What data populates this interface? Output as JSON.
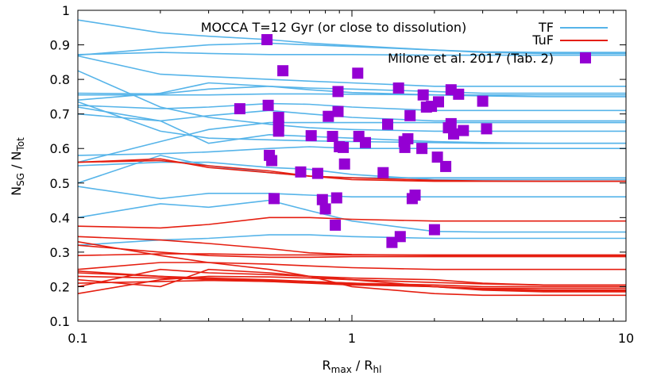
{
  "chart_data": {
    "type": "line",
    "title": "MOCCA T=12 Gyr (or close to dissolution)",
    "xlabel": {
      "base": "R",
      "sub": "max",
      "sep": " / ",
      "base2": "R",
      "sub2": "hl"
    },
    "ylabel": {
      "base": "N",
      "sub": "SG",
      "sep": " / ",
      "base2": "N",
      "sub2": "Tot"
    },
    "xscale": "log",
    "xlim": [
      0.1,
      10
    ],
    "ylim": [
      0.1,
      1
    ],
    "xticks": [
      {
        "v": 0.1,
        "label": "0.1"
      },
      {
        "v": 1,
        "label": "1"
      },
      {
        "v": 10,
        "label": "10"
      }
    ],
    "yticks": [
      {
        "v": 0.1,
        "label": "0.1"
      },
      {
        "v": 0.2,
        "label": "0.2"
      },
      {
        "v": 0.3,
        "label": "0.3"
      },
      {
        "v": 0.4,
        "label": "0.4"
      },
      {
        "v": 0.5,
        "label": "0.5"
      },
      {
        "v": 0.6,
        "label": "0.6"
      },
      {
        "v": 0.7,
        "label": "0.7"
      },
      {
        "v": 0.8,
        "label": "0.8"
      },
      {
        "v": 0.9,
        "label": "0.9"
      },
      {
        "v": 1,
        "label": "1"
      }
    ],
    "legend_position": "top-right",
    "groups": [
      {
        "name": "TF",
        "color": "#56b4e9",
        "kind": "line"
      },
      {
        "name": "TuF",
        "color": "#e51e10",
        "kind": "line"
      },
      {
        "name": "Milone et al. 2017 (Tab. 2)",
        "color": "#9400d3",
        "kind": "marker"
      }
    ],
    "x": [
      0.1,
      0.2,
      0.3,
      0.5,
      0.7,
      1,
      2,
      3,
      5,
      10
    ],
    "series": [
      {
        "group": "TF",
        "values": [
          0.972,
          0.935,
          0.925,
          0.915,
          0.905,
          0.898,
          0.885,
          0.88,
          0.878,
          0.878
        ]
      },
      {
        "group": "TF",
        "values": [
          0.87,
          0.89,
          0.9,
          0.905,
          0.9,
          0.895,
          0.885,
          0.878,
          0.875,
          0.875
        ]
      },
      {
        "group": "TF",
        "values": [
          0.872,
          0.878,
          0.875,
          0.872,
          0.872,
          0.872,
          0.87,
          0.87,
          0.87,
          0.87
        ]
      },
      {
        "group": "TF",
        "values": [
          0.868,
          0.815,
          0.808,
          0.8,
          0.795,
          0.79,
          0.78,
          0.78,
          0.78,
          0.78
        ]
      },
      {
        "group": "TF",
        "values": [
          0.825,
          0.72,
          0.69,
          0.67,
          0.66,
          0.655,
          0.65,
          0.65,
          0.65,
          0.65
        ]
      },
      {
        "group": "TF",
        "values": [
          0.76,
          0.758,
          0.772,
          0.78,
          0.775,
          0.772,
          0.765,
          0.76,
          0.76,
          0.76
        ]
      },
      {
        "group": "TF",
        "values": [
          0.755,
          0.755,
          0.755,
          0.758,
          0.758,
          0.757,
          0.755,
          0.755,
          0.755,
          0.755
        ]
      },
      {
        "group": "TF",
        "values": [
          0.74,
          0.76,
          0.79,
          0.78,
          0.77,
          0.762,
          0.755,
          0.752,
          0.75,
          0.75
        ]
      },
      {
        "group": "TF",
        "values": [
          0.735,
          0.65,
          0.63,
          0.625,
          0.622,
          0.62,
          0.617,
          0.615,
          0.615,
          0.615
        ]
      },
      {
        "group": "TF",
        "values": [
          0.725,
          0.715,
          0.72,
          0.73,
          0.728,
          0.72,
          0.71,
          0.71,
          0.71,
          0.71
        ]
      },
      {
        "group": "TF",
        "values": [
          0.72,
          0.68,
          0.615,
          0.64,
          0.635,
          0.63,
          0.62,
          0.617,
          0.615,
          0.615
        ]
      },
      {
        "group": "TF",
        "values": [
          0.7,
          0.68,
          0.695,
          0.71,
          0.7,
          0.69,
          0.68,
          0.68,
          0.68,
          0.68
        ]
      },
      {
        "group": "TF",
        "values": [
          0.56,
          0.62,
          0.655,
          0.675,
          0.675,
          0.675,
          0.675,
          0.675,
          0.675,
          0.675
        ]
      },
      {
        "group": "TF",
        "values": [
          0.58,
          0.585,
          0.59,
          0.6,
          0.605,
          0.6,
          0.6,
          0.6,
          0.6,
          0.6
        ]
      },
      {
        "group": "TF",
        "values": [
          0.55,
          0.56,
          0.56,
          0.545,
          0.54,
          0.525,
          0.51,
          0.51,
          0.51,
          0.51
        ]
      },
      {
        "group": "TF",
        "values": [
          0.5,
          0.58,
          0.55,
          0.53,
          0.52,
          0.515,
          0.515,
          0.515,
          0.515,
          0.515
        ]
      },
      {
        "group": "TF",
        "values": [
          0.49,
          0.455,
          0.47,
          0.47,
          0.465,
          0.46,
          0.46,
          0.46,
          0.46,
          0.46
        ]
      },
      {
        "group": "TF",
        "values": [
          0.4,
          0.44,
          0.43,
          0.45,
          0.42,
          0.39,
          0.36,
          0.358,
          0.358,
          0.358
        ]
      },
      {
        "group": "TF",
        "values": [
          0.32,
          0.335,
          0.34,
          0.35,
          0.35,
          0.345,
          0.34,
          0.34,
          0.34,
          0.34
        ]
      },
      {
        "group": "TuF",
        "values": [
          0.56,
          0.565,
          0.55,
          0.535,
          0.52,
          0.51,
          0.505,
          0.505,
          0.505,
          0.505
        ]
      },
      {
        "group": "TuF",
        "values": [
          0.56,
          0.57,
          0.545,
          0.53,
          0.52,
          0.515,
          0.508,
          0.506,
          0.505,
          0.505
        ]
      },
      {
        "group": "TuF",
        "values": [
          0.375,
          0.37,
          0.38,
          0.4,
          0.4,
          0.395,
          0.39,
          0.39,
          0.39,
          0.39
        ]
      },
      {
        "group": "TuF",
        "values": [
          0.345,
          0.335,
          0.325,
          0.31,
          0.298,
          0.293,
          0.29,
          0.29,
          0.29,
          0.29
        ]
      },
      {
        "group": "TuF",
        "values": [
          0.32,
          0.3,
          0.29,
          0.285,
          0.285,
          0.287,
          0.287,
          0.287,
          0.287,
          0.287
        ]
      },
      {
        "group": "TuF",
        "values": [
          0.33,
          0.29,
          0.27,
          0.25,
          0.23,
          0.2,
          0.18,
          0.175,
          0.175,
          0.175
        ]
      },
      {
        "group": "TuF",
        "values": [
          0.25,
          0.27,
          0.27,
          0.265,
          0.26,
          0.255,
          0.25,
          0.25,
          0.25,
          0.25
        ]
      },
      {
        "group": "TuF",
        "values": [
          0.29,
          0.295,
          0.295,
          0.292,
          0.292,
          0.292,
          0.292,
          0.292,
          0.292,
          0.292
        ]
      },
      {
        "group": "TuF",
        "values": [
          0.2,
          0.25,
          0.24,
          0.235,
          0.23,
          0.22,
          0.2,
          0.19,
          0.185,
          0.185
        ]
      },
      {
        "group": "TuF",
        "values": [
          0.18,
          0.22,
          0.23,
          0.228,
          0.225,
          0.22,
          0.212,
          0.208,
          0.205,
          0.205
        ]
      },
      {
        "group": "TuF",
        "values": [
          0.245,
          0.23,
          0.22,
          0.215,
          0.21,
          0.205,
          0.2,
          0.195,
          0.195,
          0.195
        ]
      },
      {
        "group": "TuF",
        "values": [
          0.24,
          0.23,
          0.225,
          0.22,
          0.215,
          0.21,
          0.205,
          0.2,
          0.2,
          0.2
        ]
      },
      {
        "group": "TuF",
        "values": [
          0.22,
          0.2,
          0.25,
          0.24,
          0.23,
          0.225,
          0.22,
          0.21,
          0.205,
          0.205
        ]
      },
      {
        "group": "TuF",
        "values": [
          0.23,
          0.225,
          0.222,
          0.218,
          0.215,
          0.21,
          0.2,
          0.193,
          0.19,
          0.19
        ]
      },
      {
        "group": "TuF",
        "values": [
          0.21,
          0.215,
          0.218,
          0.215,
          0.212,
          0.208,
          0.2,
          0.192,
          0.188,
          0.188
        ]
      }
    ],
    "points": [
      {
        "x": 0.39,
        "y": 0.715
      },
      {
        "x": 0.49,
        "y": 0.915
      },
      {
        "x": 0.495,
        "y": 0.725
      },
      {
        "x": 0.5,
        "y": 0.58
      },
      {
        "x": 0.51,
        "y": 0.565
      },
      {
        "x": 0.52,
        "y": 0.455
      },
      {
        "x": 0.54,
        "y": 0.69
      },
      {
        "x": 0.54,
        "y": 0.665
      },
      {
        "x": 0.54,
        "y": 0.65
      },
      {
        "x": 0.56,
        "y": 0.825
      },
      {
        "x": 0.65,
        "y": 0.532
      },
      {
        "x": 0.71,
        "y": 0.637
      },
      {
        "x": 0.75,
        "y": 0.528
      },
      {
        "x": 0.78,
        "y": 0.452
      },
      {
        "x": 0.8,
        "y": 0.425
      },
      {
        "x": 0.82,
        "y": 0.693
      },
      {
        "x": 0.85,
        "y": 0.635
      },
      {
        "x": 0.87,
        "y": 0.378
      },
      {
        "x": 0.88,
        "y": 0.457
      },
      {
        "x": 0.89,
        "y": 0.765
      },
      {
        "x": 0.89,
        "y": 0.707
      },
      {
        "x": 0.9,
        "y": 0.605
      },
      {
        "x": 0.93,
        "y": 0.603
      },
      {
        "x": 0.94,
        "y": 0.555
      },
      {
        "x": 1.05,
        "y": 0.818
      },
      {
        "x": 1.06,
        "y": 0.635
      },
      {
        "x": 1.12,
        "y": 0.617
      },
      {
        "x": 1.3,
        "y": 0.53
      },
      {
        "x": 1.35,
        "y": 0.67
      },
      {
        "x": 1.4,
        "y": 0.328
      },
      {
        "x": 1.48,
        "y": 0.775
      },
      {
        "x": 1.5,
        "y": 0.345
      },
      {
        "x": 1.55,
        "y": 0.62
      },
      {
        "x": 1.56,
        "y": 0.603
      },
      {
        "x": 1.6,
        "y": 0.628
      },
      {
        "x": 1.63,
        "y": 0.695
      },
      {
        "x": 1.66,
        "y": 0.455
      },
      {
        "x": 1.7,
        "y": 0.465
      },
      {
        "x": 1.8,
        "y": 0.6
      },
      {
        "x": 1.82,
        "y": 0.755
      },
      {
        "x": 1.87,
        "y": 0.72
      },
      {
        "x": 1.95,
        "y": 0.722
      },
      {
        "x": 2.0,
        "y": 0.365
      },
      {
        "x": 2.05,
        "y": 0.575
      },
      {
        "x": 2.07,
        "y": 0.735
      },
      {
        "x": 2.2,
        "y": 0.548
      },
      {
        "x": 2.25,
        "y": 0.66
      },
      {
        "x": 2.3,
        "y": 0.77
      },
      {
        "x": 2.3,
        "y": 0.672
      },
      {
        "x": 2.35,
        "y": 0.642
      },
      {
        "x": 2.45,
        "y": 0.757
      },
      {
        "x": 2.55,
        "y": 0.652
      },
      {
        "x": 3.0,
        "y": 0.737
      },
      {
        "x": 3.1,
        "y": 0.657
      }
    ]
  }
}
